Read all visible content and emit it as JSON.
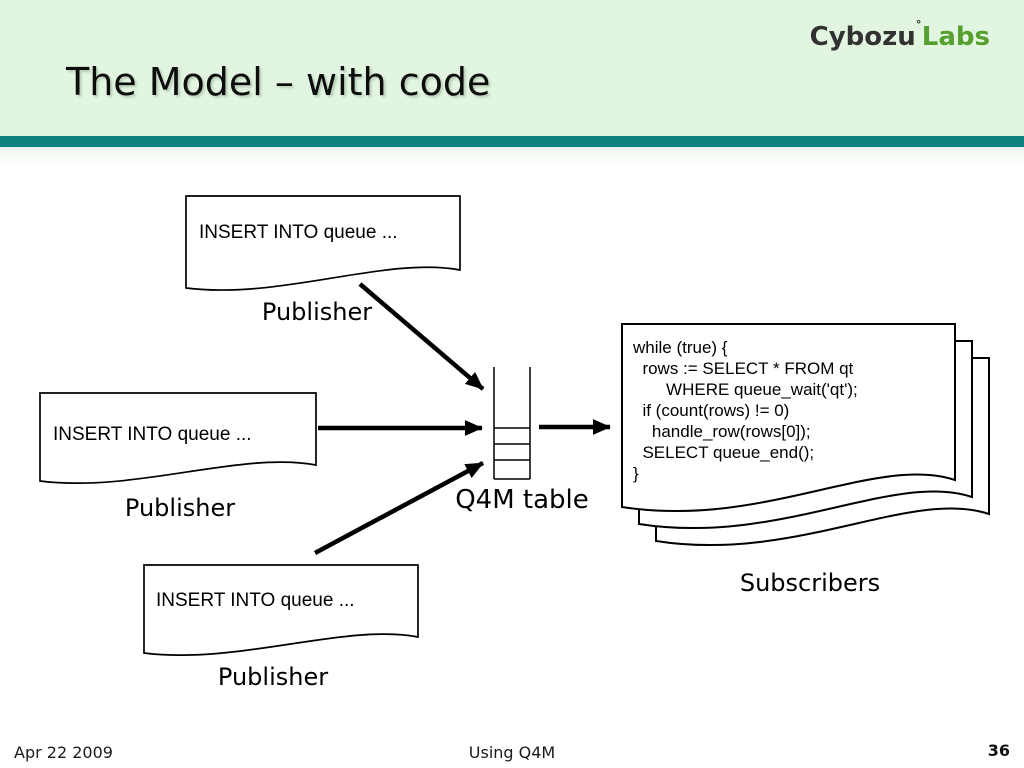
{
  "slide": {
    "title": "The Model – with code",
    "logo": {
      "part1": "Cybozu",
      "degree": "˚",
      "part2": "Labs"
    },
    "footer": {
      "date": "Apr 22 2009",
      "center": "Using Q4M",
      "page": "36"
    }
  },
  "diagram": {
    "publishers": [
      {
        "box_text": "INSERT INTO queue ...",
        "label": "Publisher"
      },
      {
        "box_text": "INSERT INTO queue ...",
        "label": "Publisher"
      },
      {
        "box_text": "INSERT INTO queue ...",
        "label": "Publisher"
      }
    ],
    "queue": {
      "label": "Q4M table"
    },
    "subscribers": {
      "label": "Subscribers",
      "code": "while (true) {\n  rows := SELECT * FROM qt\n       WHERE queue_wait('qt');\n  if (count(rows) != 0)\n    handle_row(rows[0]);\n  SELECT queue_end();\n}"
    }
  },
  "colors": {
    "header_bg": "#e1f5e0",
    "band_teal": "#0e8181",
    "logo_green": "#55a02e",
    "logo_dark": "#323232",
    "stroke": "#000000"
  }
}
